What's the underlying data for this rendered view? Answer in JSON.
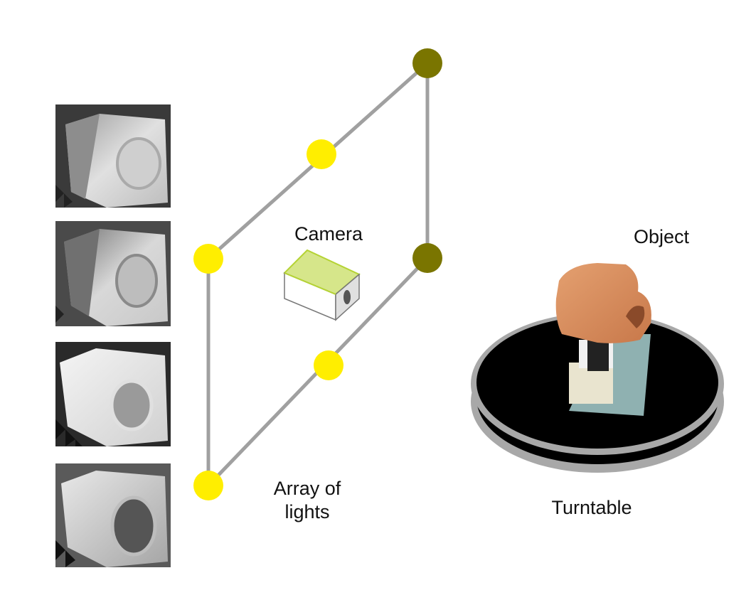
{
  "labels": {
    "camera": "Camera",
    "object": "Object",
    "array_line1": "Array of",
    "array_line2": "lights",
    "turntable": "Turntable"
  },
  "colors": {
    "light_on": "#ffee00",
    "light_off": "#7a7500",
    "frame": "#a0a0a0",
    "camera_top": "#d6e68a",
    "camera_edge": "#b5d334",
    "clay": "#d9895a",
    "turntable": "#000000",
    "turntable_rim": "#a8a8a8"
  },
  "sample_images_count": 4
}
